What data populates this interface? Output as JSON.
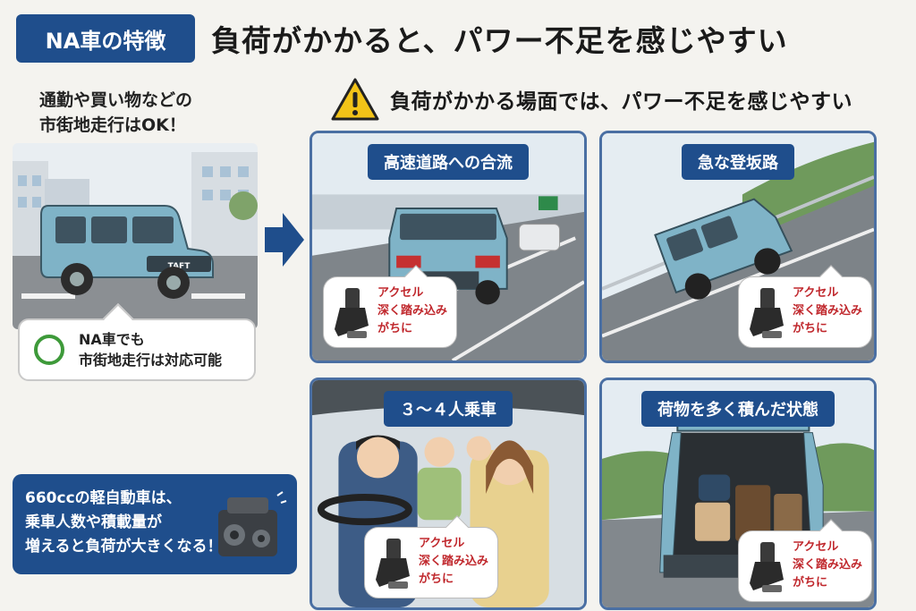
{
  "header": {
    "badge": "NA車の特徴",
    "title": "負荷がかかると、パワー不足を感じやすい"
  },
  "left": {
    "note_lines": [
      "通勤や買い物などの",
      "市街地走行はOK！"
    ],
    "ok_lines": [
      "NA車でも",
      "市街地走行は対応可能"
    ],
    "engine_lines": [
      "660ccの軽自動車は、",
      "乗車人数や積載量が",
      "増えると負荷が大きくなる！"
    ]
  },
  "warning": {
    "text": "負荷がかかる場面では、パワー不足を感じやすい"
  },
  "scenes": [
    {
      "label": "高速道路への合流",
      "pedal_lines": [
        "アクセル",
        "深く踏み込み",
        "がちに"
      ]
    },
    {
      "label": "急な登坂路",
      "pedal_lines": [
        "アクセル",
        "深く踏み込み",
        "がちに"
      ]
    },
    {
      "label": "３～４人乗車",
      "pedal_lines": [
        "アクセル",
        "深く踏み込み",
        "がちに"
      ]
    },
    {
      "label": "荷物を多く積んだ状態",
      "pedal_lines": [
        "アクセル",
        "深く踏み込み",
        "がちに"
      ]
    }
  ],
  "car_emblem": "TAFT",
  "colors": {
    "navy": "#1f4e8c",
    "car_blue": "#7fb3c7",
    "warning_yellow": "#f2c318",
    "ok_green": "#3e9a3a",
    "pedal_red": "#c0282d"
  }
}
